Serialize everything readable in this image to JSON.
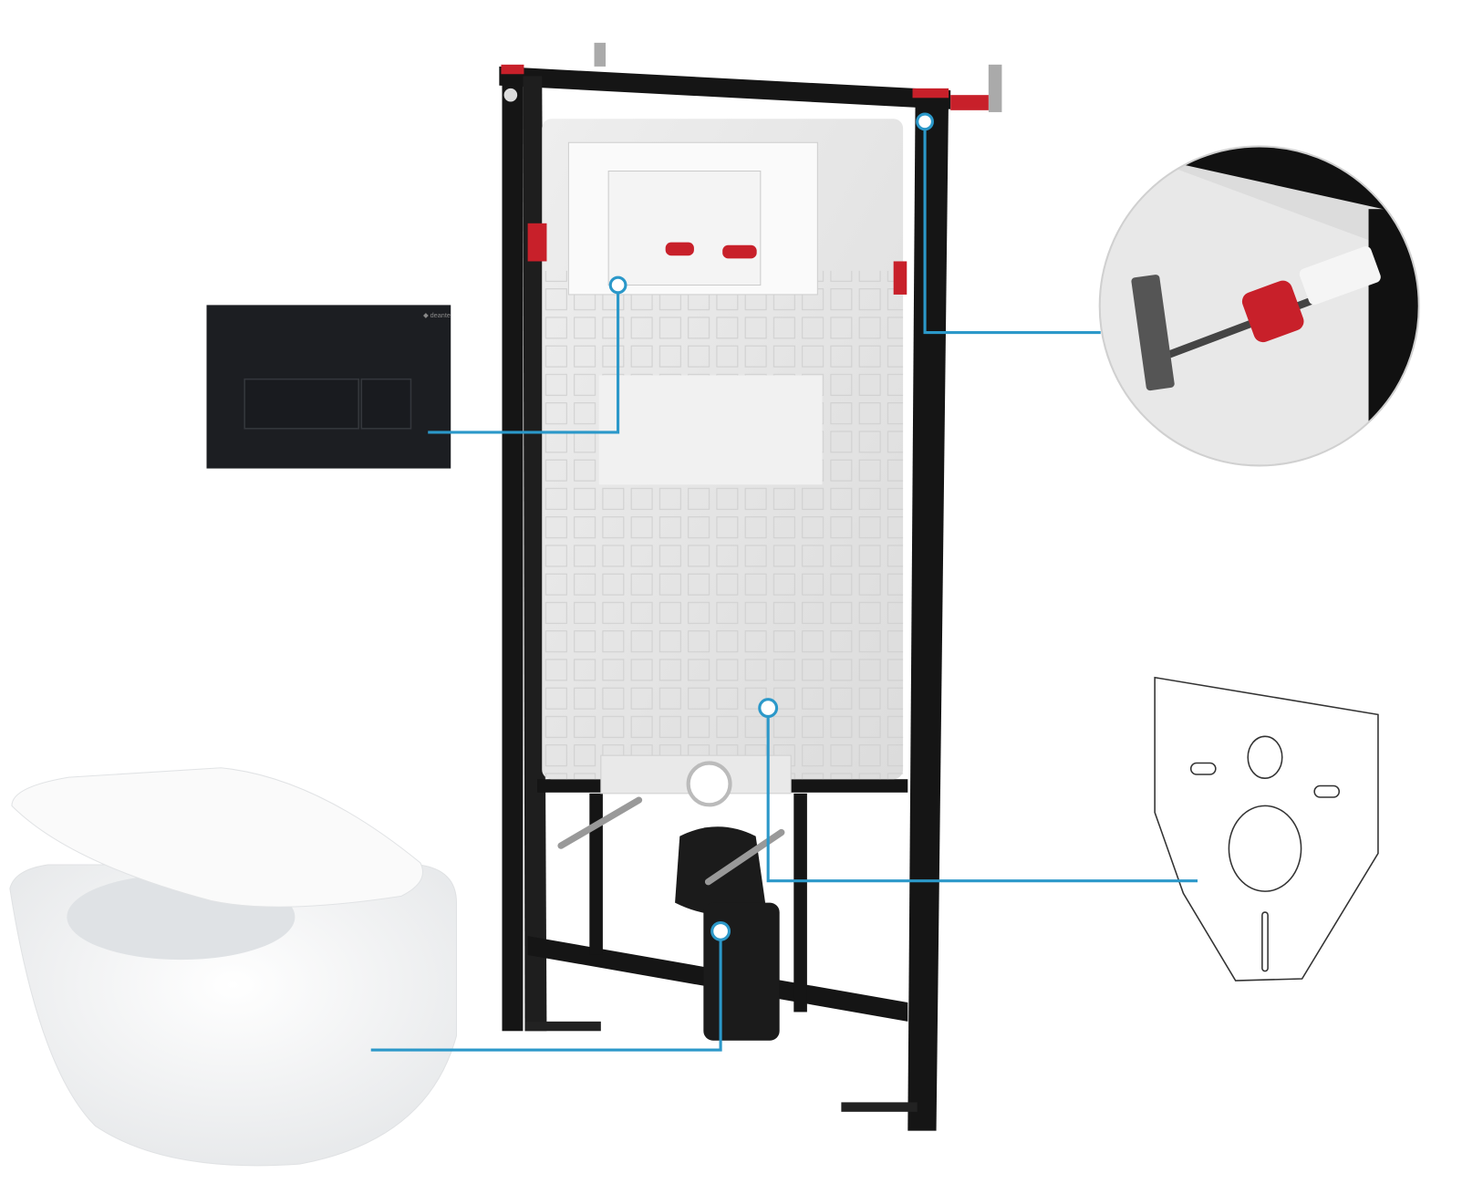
{
  "scene": {
    "flush_plate": {
      "brand_logo": "deante",
      "color": "#1c1e22"
    },
    "callout_color": "#2b98c9",
    "frame_color": "#151515",
    "accent_red": "#c8202a",
    "parts": [
      "flush-plate",
      "mounting-bolt-detail",
      "acoustic-mat",
      "wall-hung-toilet",
      "installation-frame"
    ]
  }
}
